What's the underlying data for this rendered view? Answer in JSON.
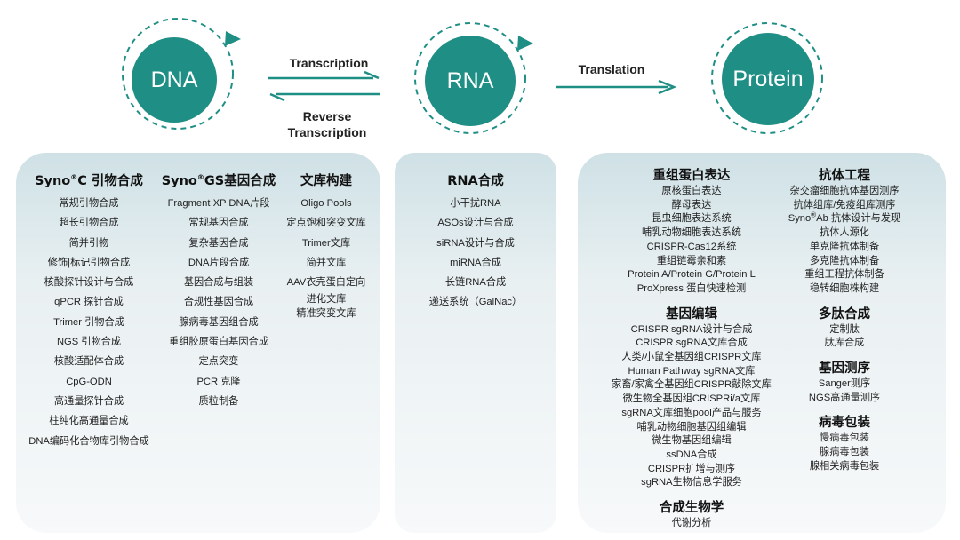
{
  "flow": {
    "nodes": [
      "DNA",
      "RNA",
      "Protein"
    ],
    "transcription": "Transcription",
    "reverse_line1": "Reverse",
    "reverse_line2": "Transcription",
    "translation": "Translation"
  },
  "colors": {
    "teal": "#1f8f86",
    "panel_top": "#cfe1e6",
    "panel_bottom": "#f7f9fa"
  },
  "dna_panel": {
    "primer": {
      "title_pre": "Syno",
      "title_sup": "®",
      "title_post": "C 引物合成",
      "items": [
        "常规引物合成",
        "超长引物合成",
        "简并引物",
        "修饰|标记引物合成",
        "核酸探针设计与合成",
        "qPCR 探针合成",
        "Trimer 引物合成",
        "NGS 引物合成",
        "核酸适配体合成",
        "CpG-ODN",
        "高通量探针合成",
        "柱纯化高通量合成",
        "DNA编码化合物库引物合成"
      ]
    },
    "gene": {
      "title_pre": "Syno",
      "title_sup": "®",
      "title_post": "GS基因合成",
      "items": [
        "Fragment XP DNA片段",
        "常规基因合成",
        "复杂基因合成",
        "DNA片段合成",
        "基因合成与组装",
        "合规性基因合成",
        "腺病毒基因组合成",
        "重组胶原蛋白基因合成",
        "定点突变",
        "PCR 克隆",
        "质粒制备"
      ]
    },
    "library": {
      "title": "文库构建",
      "items": [
        "Oligo Pools",
        "定点饱和突变文库",
        "Trimer文库",
        "简并文库",
        "AAV衣壳蛋白定向",
        "进化文库",
        "精准突变文库"
      ]
    }
  },
  "rna_panel": {
    "title": "RNA合成",
    "items": [
      "小干扰RNA",
      "ASOs设计与合成",
      "siRNA设计与合成",
      "miRNA合成",
      "长链RNA合成",
      "递送系统（GalNac）"
    ]
  },
  "protein_panel": {
    "expression": {
      "title": "重组蛋白表达",
      "items": [
        "原核蛋白表达",
        "酵母表达",
        "昆虫细胞表达系统",
        "哺乳动物细胞表达系统",
        "CRISPR-Cas12系统",
        "重组链霉亲和素",
        "Protein A/Protein G/Protein L",
        "ProXpress 蛋白快速检测"
      ]
    },
    "editing": {
      "title": "基因编辑",
      "items": [
        "CRISPR sgRNA设计与合成",
        "CRISPR sgRNA文库合成",
        "人类/小鼠全基因组CRISPR文库",
        "Human Pathway sgRNA文库",
        "家畜/家禽全基因组CRISPR敲除文库",
        "微生物全基因组CRISPRi/a文库",
        "sgRNA文库细胞pool产品与服务",
        "哺乳动物细胞基因组编辑",
        "微生物基因组编辑",
        "ssDNA合成",
        "CRISPR扩增与测序",
        "sgRNA生物信息学服务"
      ]
    },
    "synbio": {
      "title": "合成生物学",
      "items": [
        "代谢分析"
      ]
    },
    "antibody": {
      "title": "抗体工程",
      "items": [
        "杂交瘤细胞抗体基因测序",
        "抗体组库/免疫组库测序"
      ],
      "syno_pre": "Syno",
      "syno_sup": "®",
      "syno_post": "Ab 抗体设计与发现",
      "items2": [
        "抗体人源化",
        "单克隆抗体制备",
        "多克隆抗体制备",
        "重组工程抗体制备",
        "稳转细胞株构建"
      ]
    },
    "peptide": {
      "title": "多肽合成",
      "items": [
        "定制肽",
        "肽库合成"
      ]
    },
    "sequencing": {
      "title": "基因测序",
      "items": [
        "Sanger测序",
        "NGS高通量测序"
      ]
    },
    "virus": {
      "title": "病毒包装",
      "items": [
        "慢病毒包装",
        "腺病毒包装",
        "腺相关病毒包装"
      ]
    }
  }
}
